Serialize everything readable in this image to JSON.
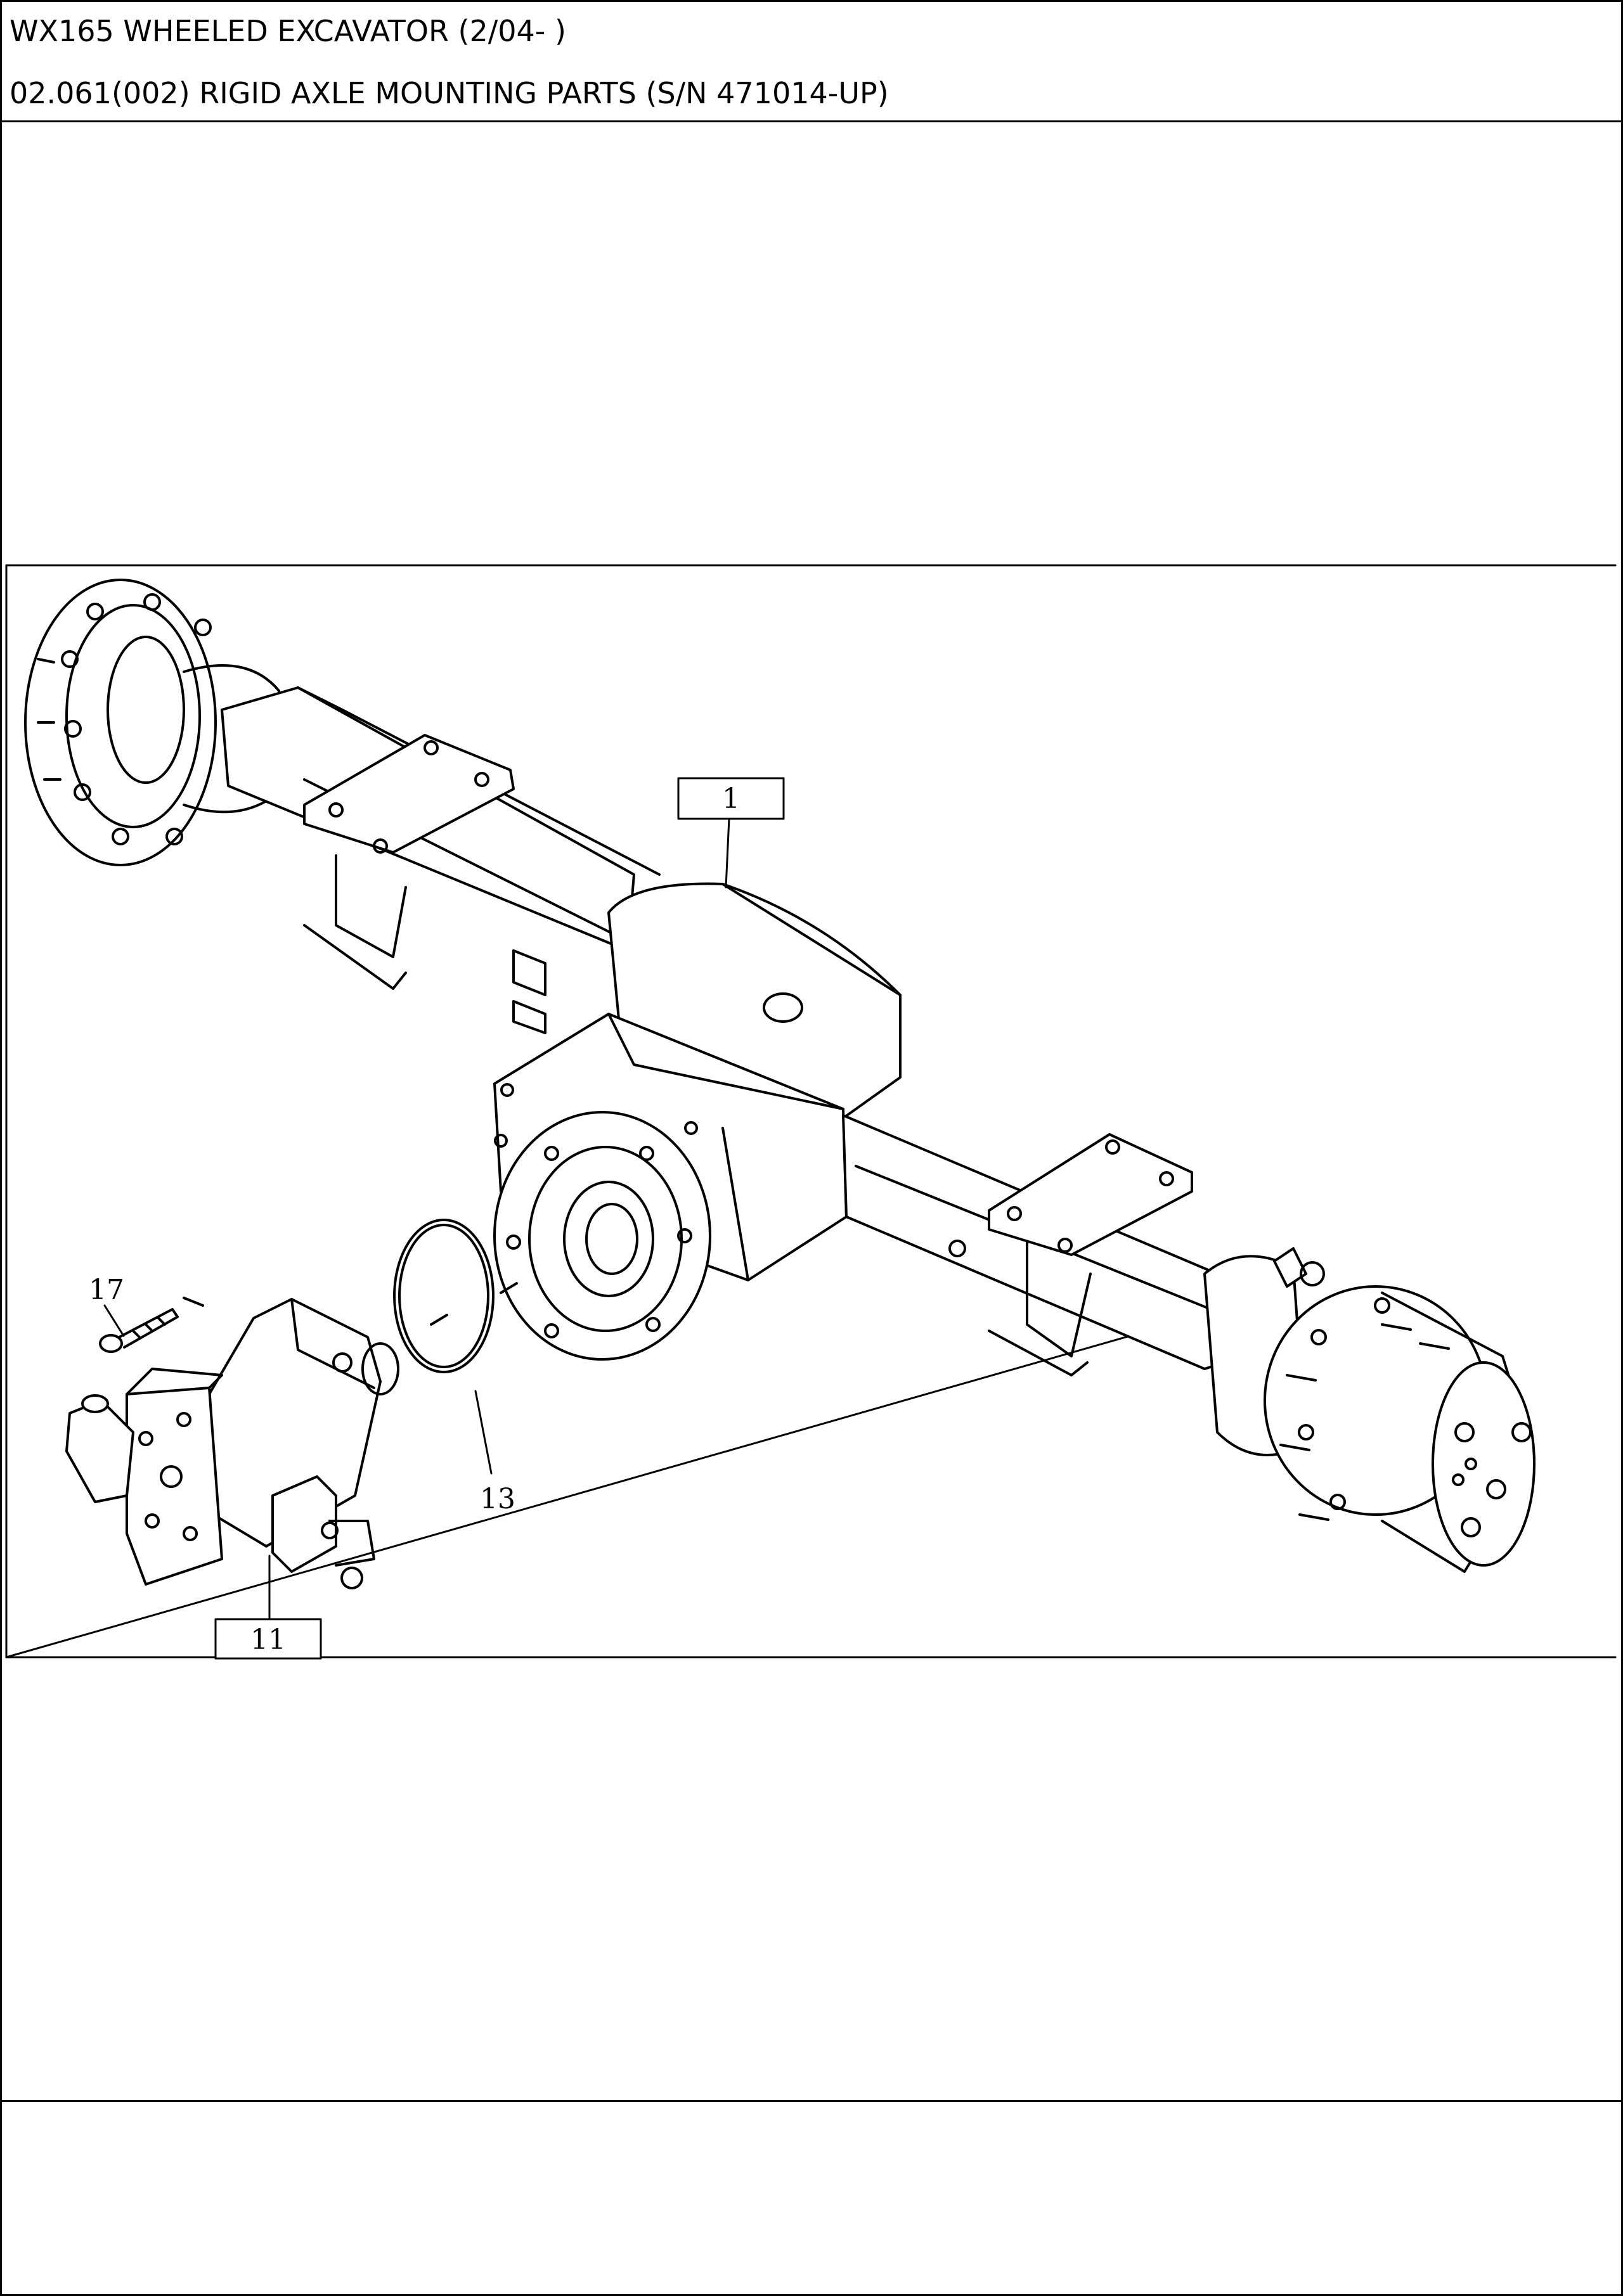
{
  "header": {
    "line1": "WX165 WHEELED EXCAVATOR (2/04- )",
    "line2": "02.061(002) RIGID AXLE MOUNTING PARTS (S/N 471014-UP)"
  },
  "diagram": {
    "callouts": [
      {
        "id": "c1",
        "label": "1"
      },
      {
        "id": "c11",
        "label": "11"
      },
      {
        "id": "c13",
        "label": "13"
      },
      {
        "id": "c17",
        "label": "17"
      }
    ]
  }
}
